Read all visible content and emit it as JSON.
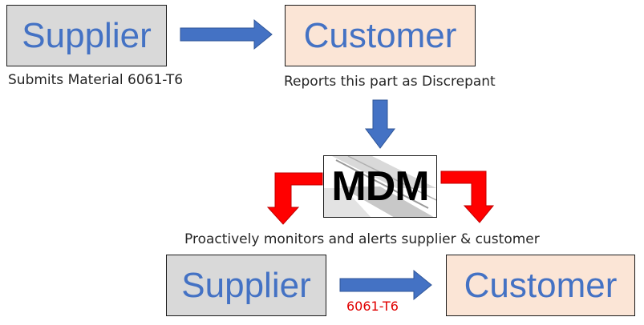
{
  "top": {
    "supplier_label": "Supplier",
    "customer_label": "Customer",
    "supplier_caption": "Submits Material 6061-T6",
    "customer_caption": "Reports this part as Discrepant"
  },
  "mdm": {
    "logo_text": "MDM",
    "caption": "Proactively monitors and alerts supplier & customer"
  },
  "bottom": {
    "supplier_label": "Supplier",
    "customer_label": "Customer",
    "arrow_label": "6061-T6"
  },
  "colors": {
    "blue_arrow": "#4472c4",
    "red_arrow": "#ff0000",
    "supplier_fill": "#d9d9d9",
    "customer_fill": "#fbe5d6",
    "text_blue": "#4472c4"
  }
}
